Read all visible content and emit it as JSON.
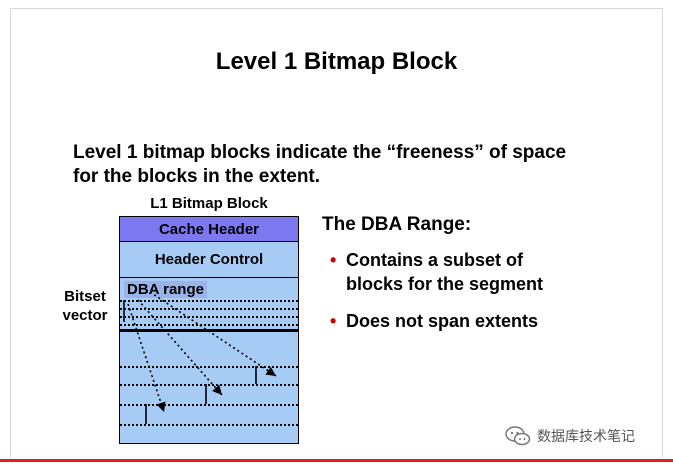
{
  "slide": {
    "title": "Level 1 Bitmap Block",
    "intro_line1": "Level 1 bitmap blocks indicate the “freeness” of space",
    "intro_line2": "for the blocks in the extent."
  },
  "diagram": {
    "block_label": "L1 Bitmap Block",
    "cache_header": "Cache Header",
    "header_control": "Header Control",
    "dba_range_label": "DBA range",
    "side_label_line1": "Bitset",
    "side_label_line2": "vector"
  },
  "dba_range": {
    "heading": "The DBA Range:",
    "bullets": [
      {
        "line1": "Contains a subset of",
        "line2": "blocks for the segment"
      },
      {
        "line1": "Does not span extents"
      }
    ]
  },
  "watermark": {
    "text": "数据库技术笔记"
  },
  "colors": {
    "cache_header_fill": "#7b78f0",
    "block_fill": "#a6cbf5",
    "bullet_red": "#cc0000",
    "footer_rule": "#e0201e"
  },
  "icons": {
    "bullet": "bullet-dot-icon",
    "watermark": "wechat-logo-icon"
  }
}
